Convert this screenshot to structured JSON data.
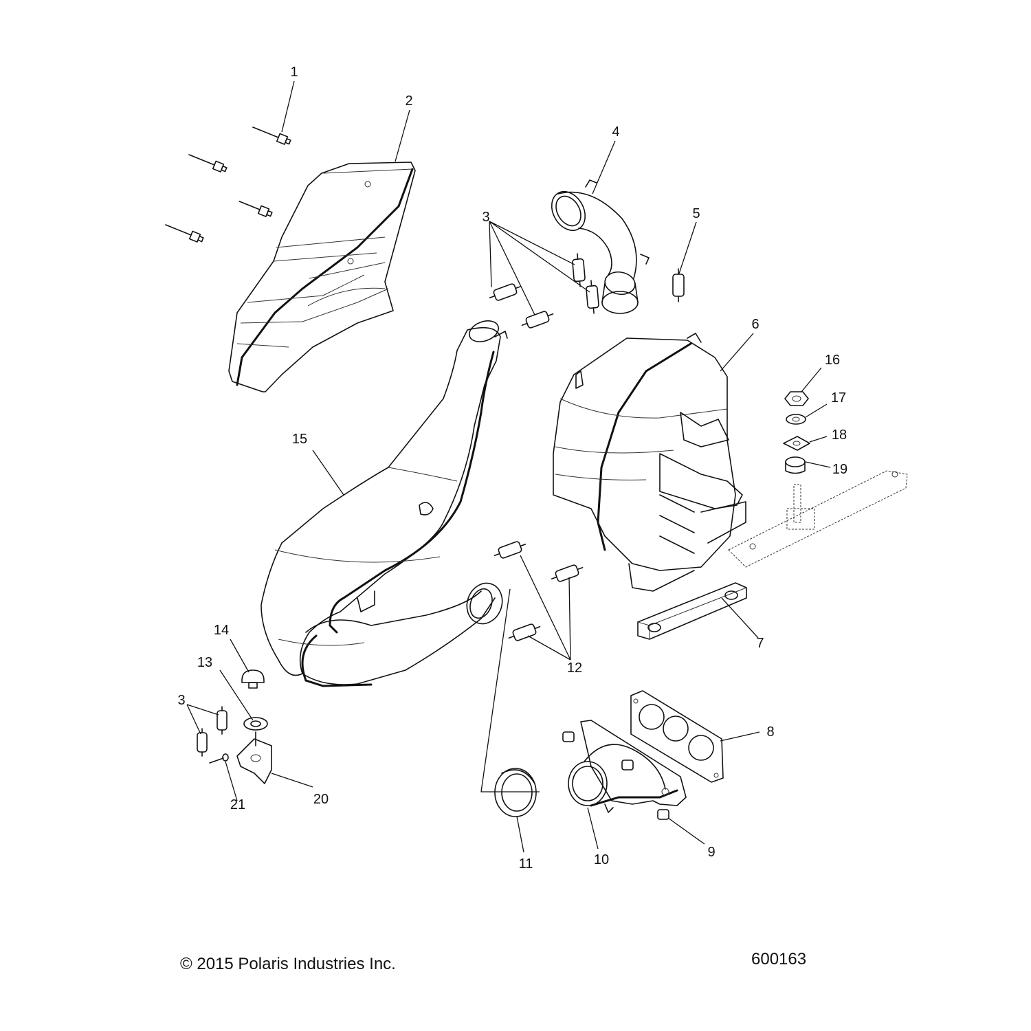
{
  "footer": {
    "copyright": "© 2015 Polaris Industries Inc.",
    "figure_number": "600163"
  },
  "callouts": [
    {
      "label": "1"
    },
    {
      "label": "2"
    },
    {
      "label": "3"
    },
    {
      "label": "4"
    },
    {
      "label": "5"
    },
    {
      "label": "6"
    },
    {
      "label": "7"
    },
    {
      "label": "8"
    },
    {
      "label": "9"
    },
    {
      "label": "10"
    },
    {
      "label": "11"
    },
    {
      "label": "12"
    },
    {
      "label": "13"
    },
    {
      "label": "14"
    },
    {
      "label": "15"
    },
    {
      "label": "16"
    },
    {
      "label": "17"
    },
    {
      "label": "18"
    },
    {
      "label": "19"
    },
    {
      "label": "20"
    },
    {
      "label": "21"
    },
    {
      "label": "3"
    }
  ]
}
